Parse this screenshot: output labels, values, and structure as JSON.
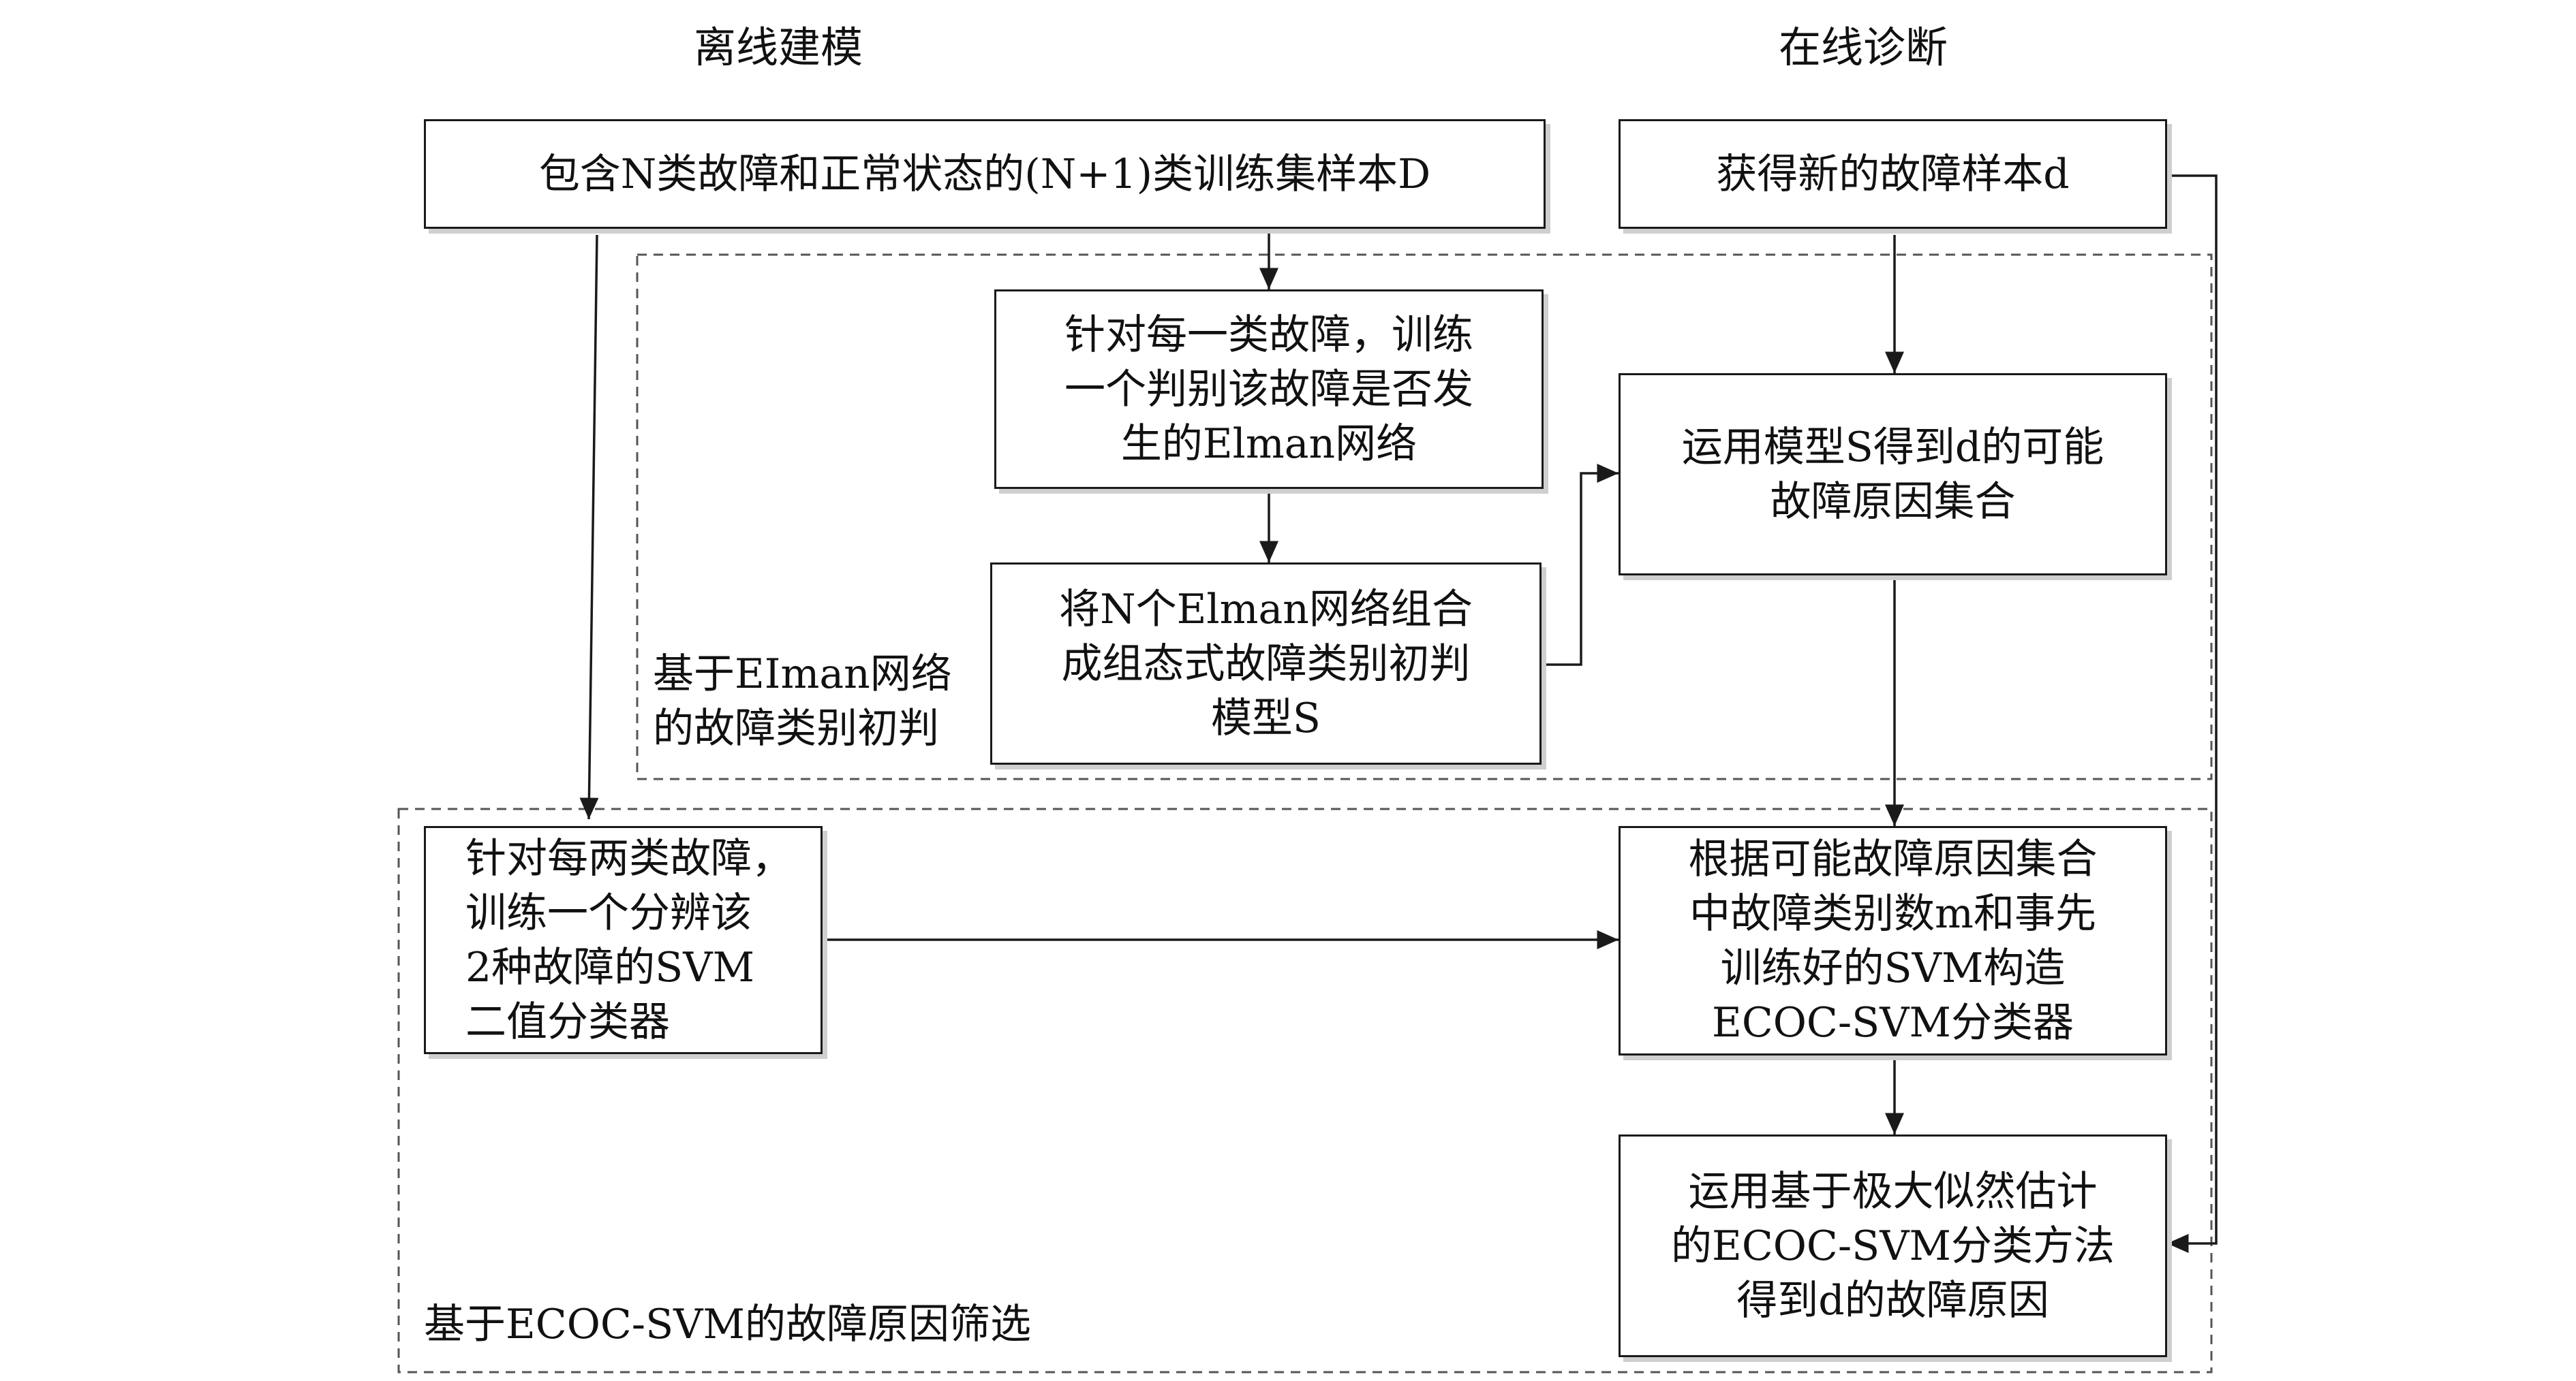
{
  "headings": {
    "offline": "离线建模",
    "online": "在线诊断"
  },
  "nodes": {
    "training_set": {
      "lines": [
        "包含N类故障和正常状态的(N+1)类训练集样本D"
      ]
    },
    "new_sample": {
      "lines": [
        "获得新的故障样本d"
      ]
    },
    "train_elman": {
      "lines": [
        "针对每一类故障，训练",
        "一个判别该故障是否发",
        "生的Elman网络"
      ]
    },
    "combine_elman": {
      "lines": [
        "将N个Elman网络组合",
        "成组态式故障类别初判",
        "模型S"
      ]
    },
    "apply_model_s": {
      "lines": [
        "运用模型S得到d的可能",
        "故障原因集合"
      ]
    },
    "train_svm": {
      "lines": [
        "针对每两类故障，",
        "训练一个分辨该",
        "2种故障的SVM",
        "二值分类器"
      ]
    },
    "build_ecoc": {
      "lines": [
        "根据可能故障原因集合",
        "中故障类别数m和事先",
        "训练好的SVM构造",
        "ECOC-SVM分类器"
      ]
    },
    "ecoc_classify": {
      "lines": [
        "运用基于极大似然估计",
        "的ECOC-SVM分类方法",
        "得到d的故障原因"
      ]
    }
  },
  "regions": {
    "elman_region": {
      "lines": [
        "基于EIman网络",
        "的故障类别初判"
      ]
    },
    "ecoc_region": {
      "lines": [
        "基于ECOC-SVM的故障原因筛选"
      ]
    }
  },
  "colors": {
    "stroke": "#1a1a1a",
    "dashed": "#555555",
    "shadow": "#cfcfcf"
  }
}
